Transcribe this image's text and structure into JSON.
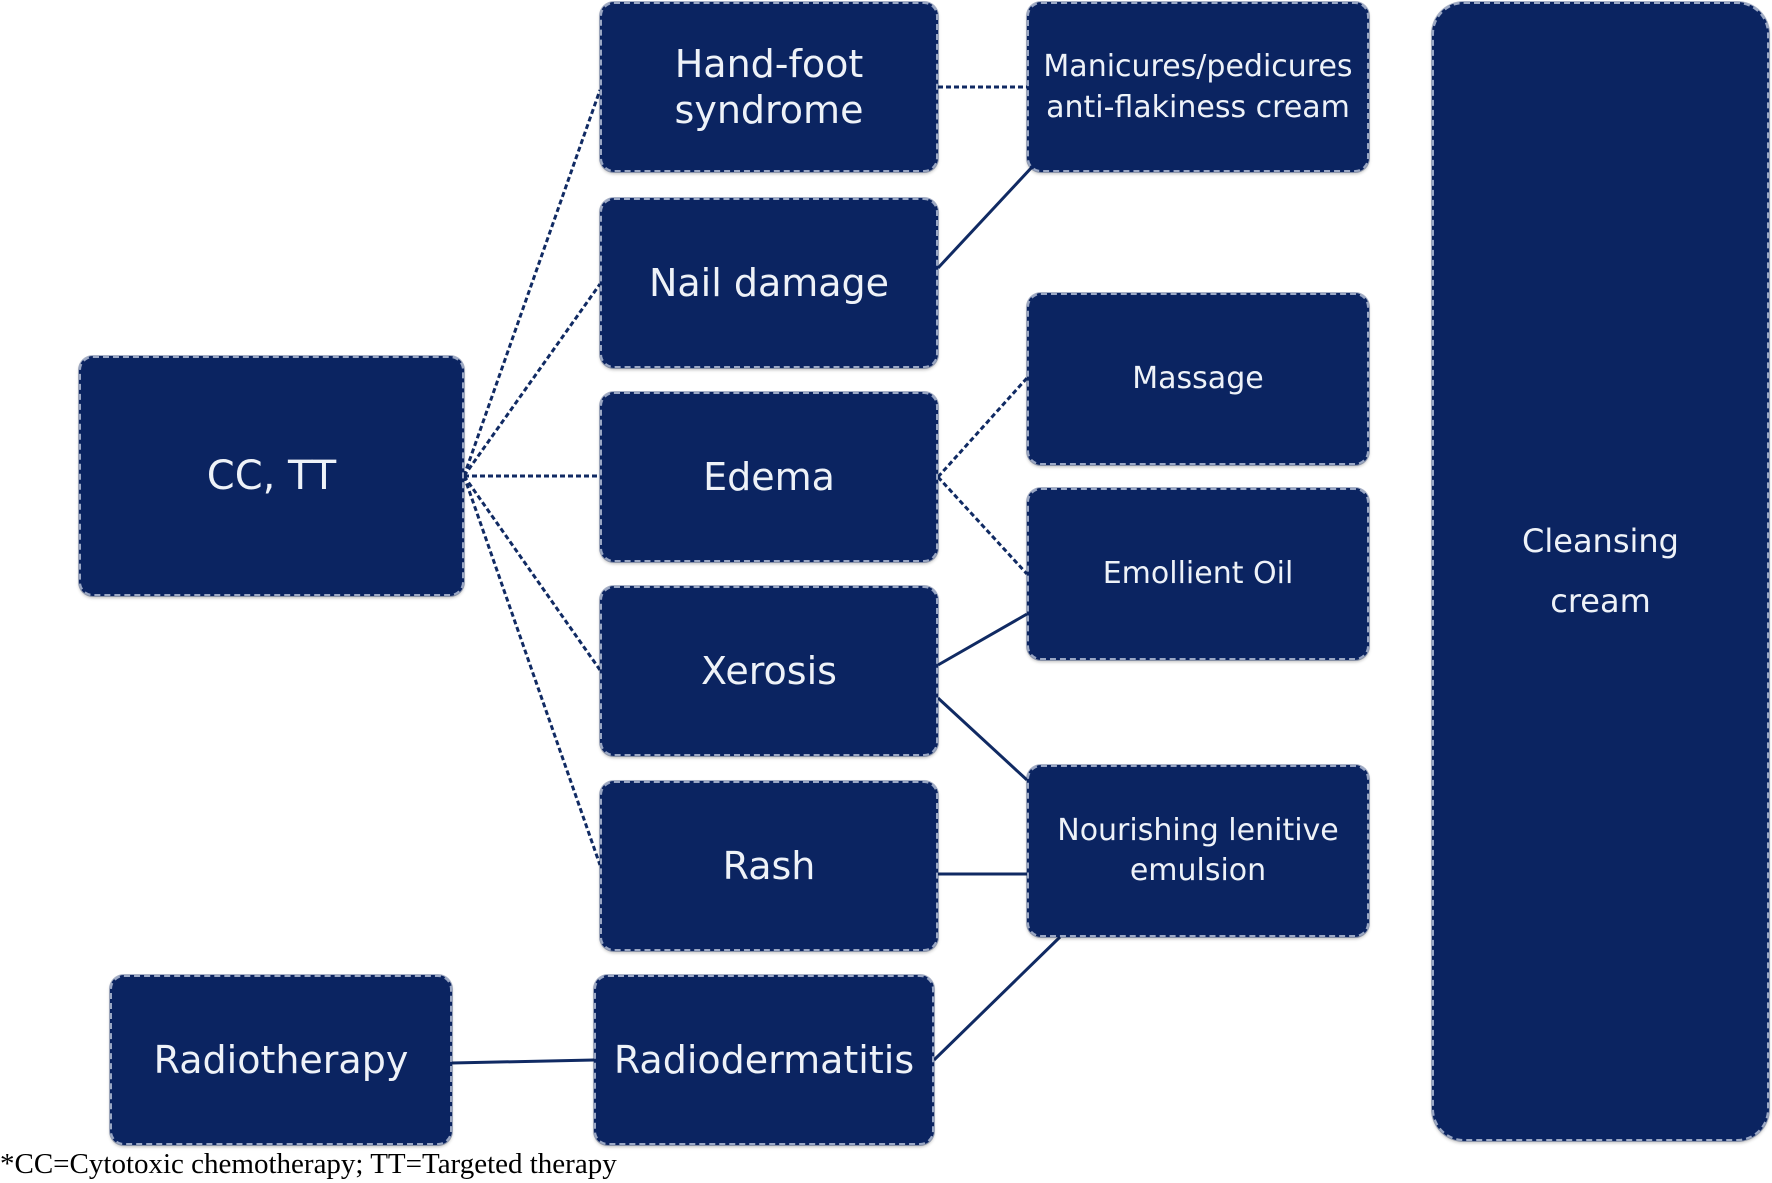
{
  "nodes": {
    "cc_tt": "CC, TT",
    "hand_foot": "Hand-foot\nsyndrome",
    "nail_damage": "Nail damage",
    "edema": "Edema",
    "xerosis": "Xerosis",
    "rash": "Rash",
    "radiodermatitis": "Radiodermatitis",
    "radiotherapy": "Radiotherapy",
    "manicures": "Manicures/pedicures\nanti-flakiness  cream",
    "massage": "Massage",
    "emollient_oil": "Emollient Oil",
    "nourishing": "Nourishing  lenitive\nemulsion",
    "cleansing": "Cleansing\ncream"
  },
  "footnote": "*CC=Cytotoxic chemotherapy; TT=Targeted therapy",
  "colors": {
    "node_fill": "#0b2461",
    "node_text": "#eef2f8",
    "connector": "#102a63"
  }
}
